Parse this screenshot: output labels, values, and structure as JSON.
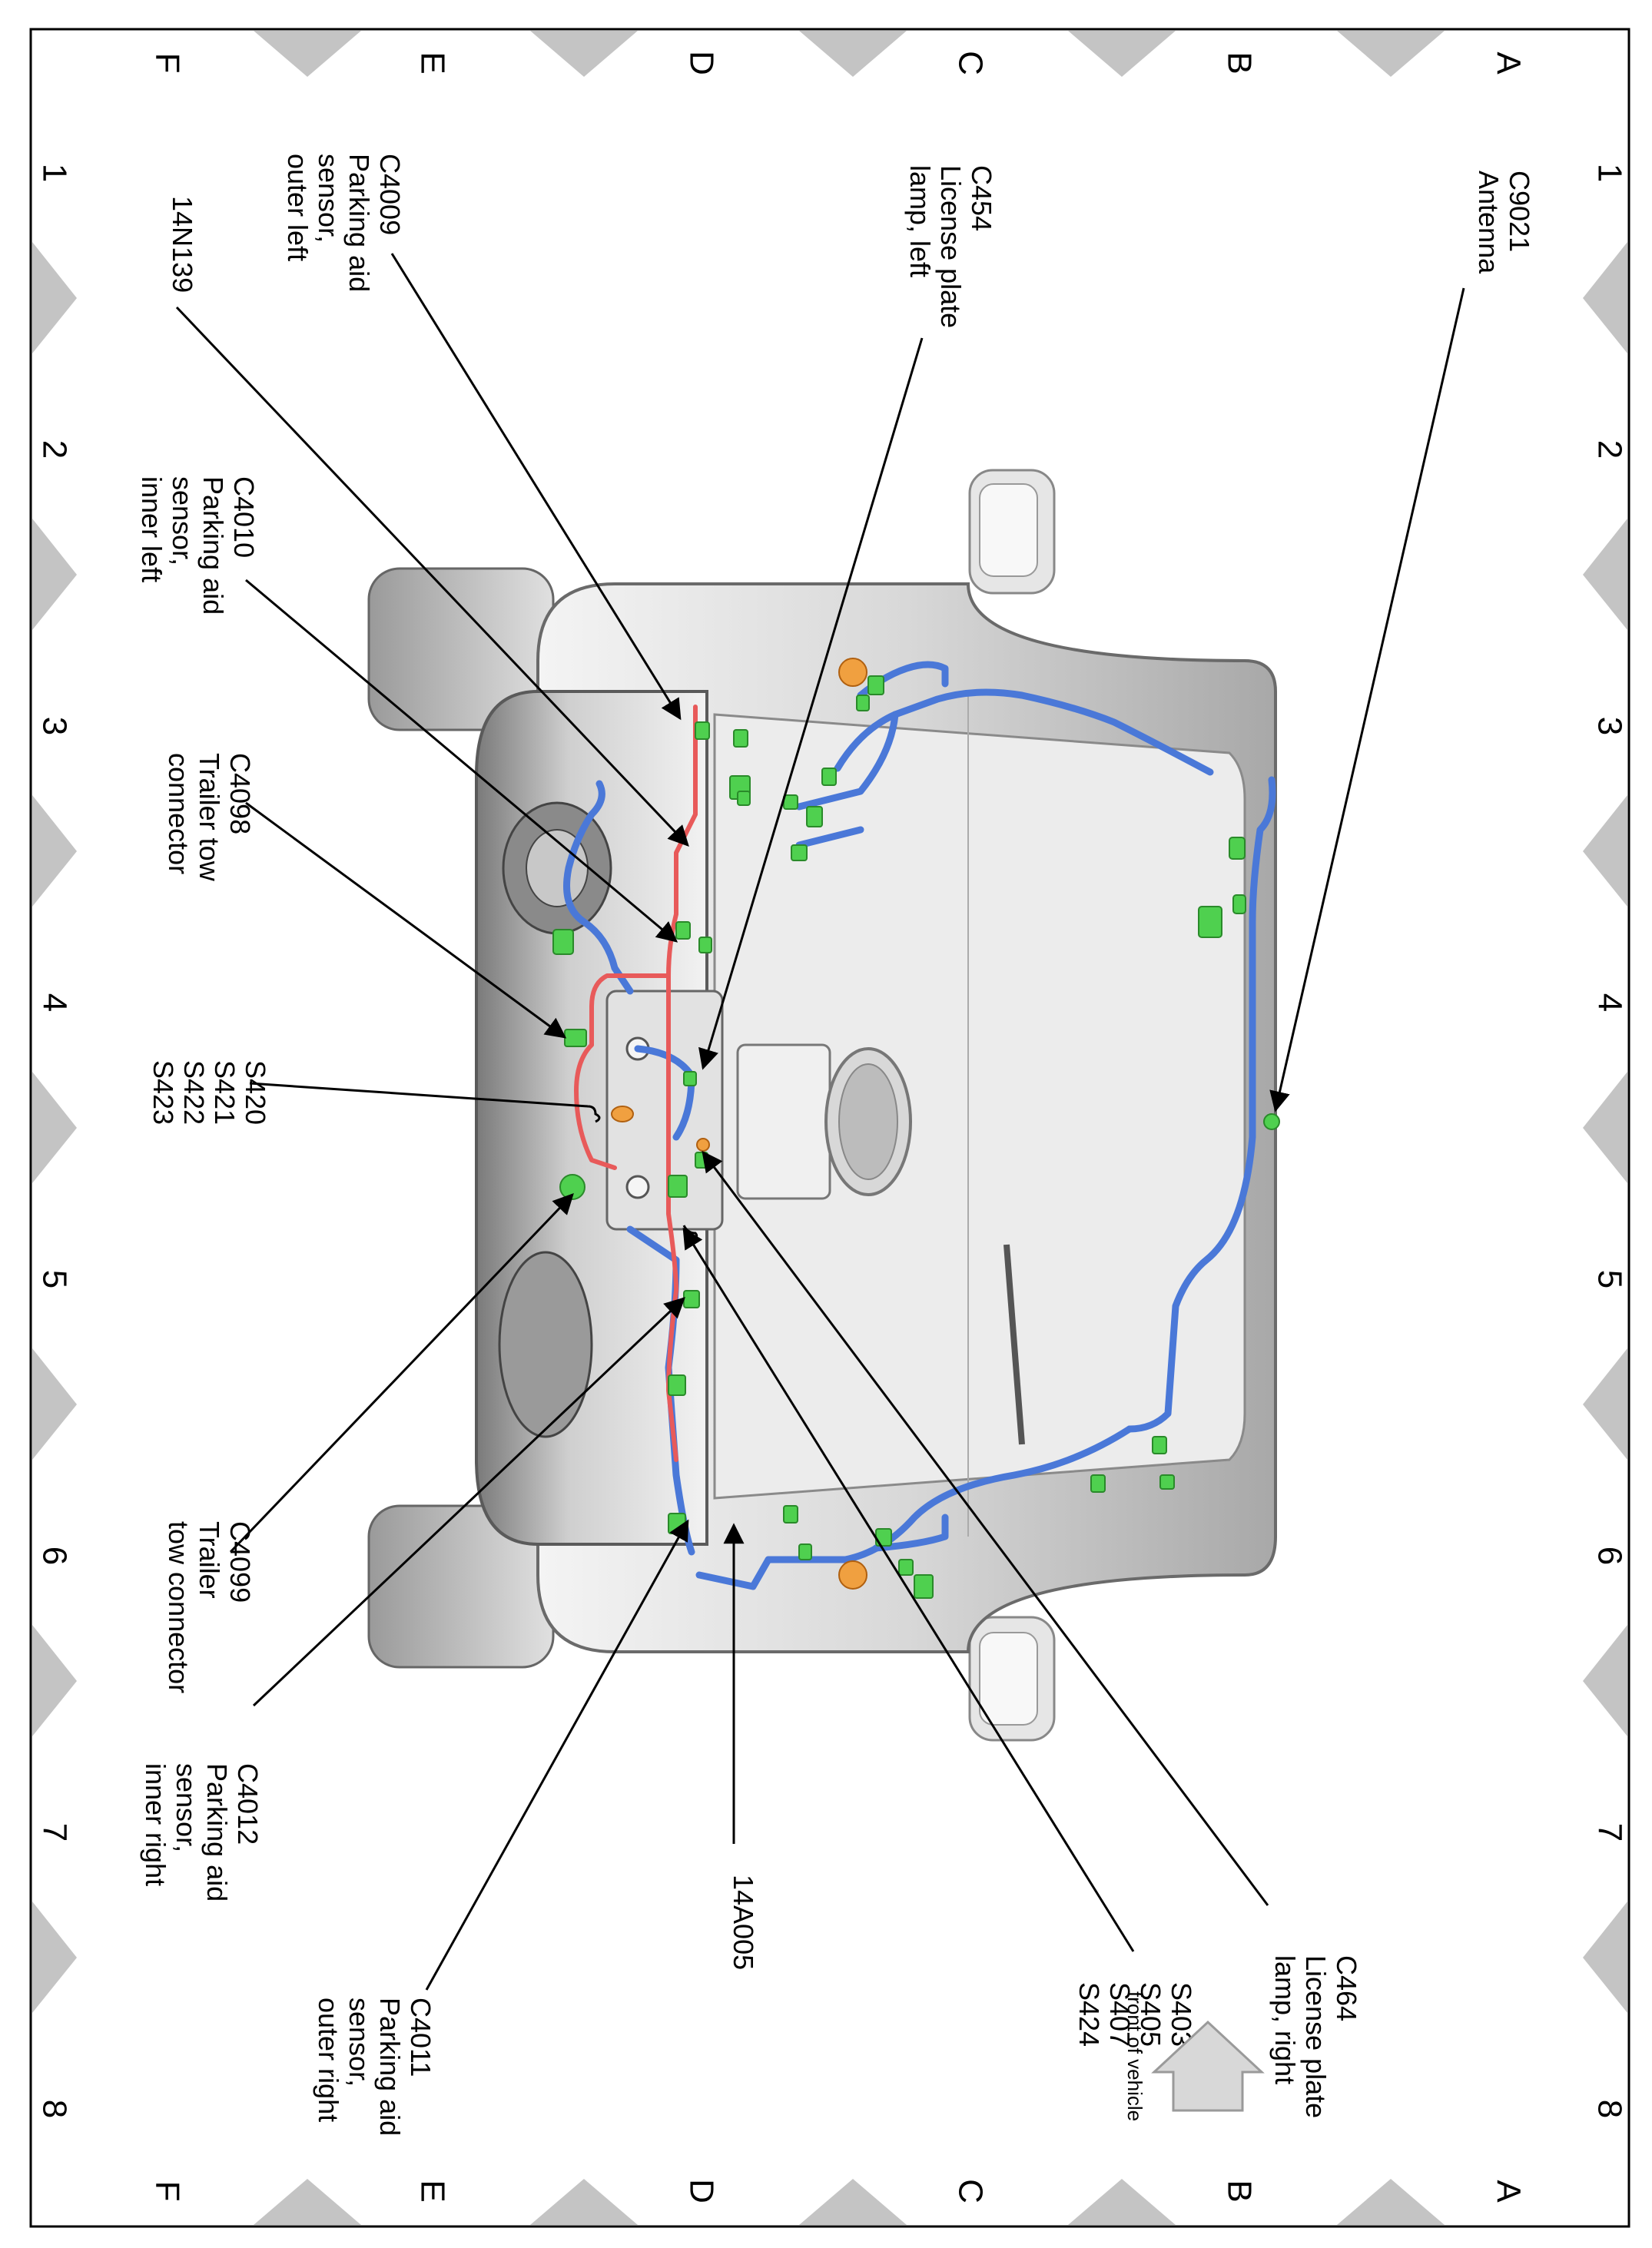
{
  "grid": {
    "rows": [
      "A",
      "B",
      "C",
      "D",
      "E",
      "F"
    ],
    "columns": [
      "1",
      "2",
      "3",
      "4",
      "5",
      "6",
      "7",
      "8"
    ]
  },
  "callouts": [
    {
      "id": "c9021",
      "lines": [
        "C9021",
        "Antenna"
      ]
    },
    {
      "id": "c454",
      "lines": [
        "C454",
        "License plate",
        "lamp, left"
      ]
    },
    {
      "id": "c4009",
      "lines": [
        "C4009",
        "Parking aid",
        "sensor,",
        "outer left"
      ]
    },
    {
      "id": "14n139",
      "lines": [
        "14N139"
      ]
    },
    {
      "id": "c4010",
      "lines": [
        "C4010",
        "Parking aid",
        "sensor,",
        "inner left"
      ]
    },
    {
      "id": "c4098",
      "lines": [
        "C4098",
        "Trailer tow",
        "connector"
      ]
    },
    {
      "id": "s420",
      "lines": [
        "S420",
        "S421",
        "S422",
        "S423"
      ]
    },
    {
      "id": "c4099",
      "lines": [
        "C4099",
        "Trailer",
        "tow connector"
      ]
    },
    {
      "id": "c4012",
      "lines": [
        "C4012",
        "Parking aid",
        "sensor,",
        "inner right"
      ]
    },
    {
      "id": "14a005",
      "lines": [
        "14A005"
      ]
    },
    {
      "id": "c4011",
      "lines": [
        "C4011",
        "Parking aid",
        "sensor,",
        "outer right"
      ]
    },
    {
      "id": "s403",
      "lines": [
        "S403",
        "S405",
        "S407",
        "S424"
      ]
    },
    {
      "id": "c464",
      "lines": [
        "C464",
        "License plate",
        "lamp, right"
      ]
    }
  ],
  "front_indicator": {
    "label": "front of vehicle"
  },
  "colors": {
    "harness_blue": "#4a78d8",
    "harness_red": "#e85a5a",
    "connector_green": "#4fd04f",
    "splice_orange": "#f0a040",
    "body_gray": "#c8c8c8",
    "marker_gray": "#c4c4c4"
  }
}
